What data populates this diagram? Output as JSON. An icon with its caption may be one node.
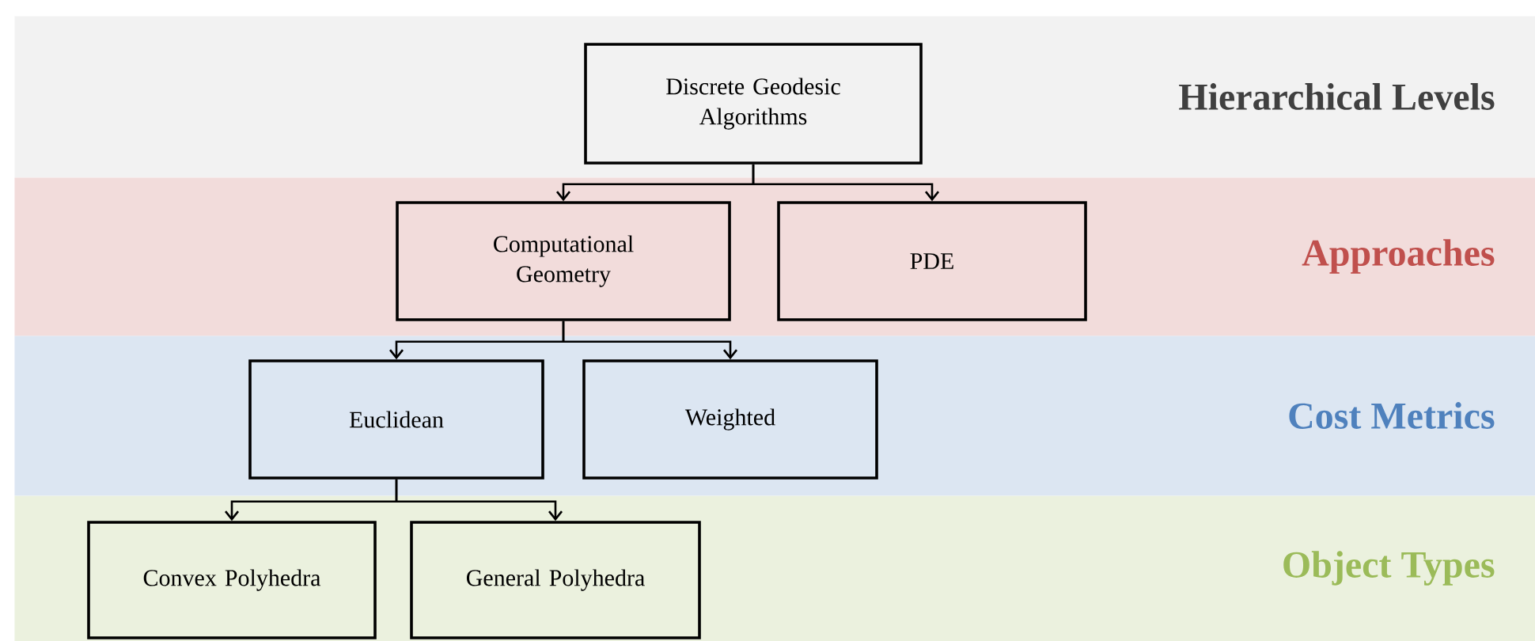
{
  "diagram": {
    "nodes": [
      {
        "text": [
          "Hierarchical Levels"
        ]
      },
      {
        "text": [
          "Discrete Geodesic Algorithms"
        ],
        "in": 0
      },
      {
        "text": [
          "Approaches"
        ]
      },
      {
        "text": [
          "Computational Geometry"
        ],
        "in": 2
      },
      {
        "text": [
          "PDE"
        ],
        "in": 2
      },
      {
        "text": [
          "Cost Metrics"
        ]
      },
      {
        "text": [
          "Euclidean"
        ],
        "in": 5
      },
      {
        "text": [
          "Weighted"
        ],
        "in": 5
      },
      {
        "text": [
          "Object Types"
        ]
      },
      {
        "text": [
          "Convex Polyhedra"
        ],
        "in": 8
      },
      {
        "text": [
          "General Polyhedra"
        ],
        "in": 8
      }
    ],
    "edges": [
      {
        "from": 1,
        "to": 3,
        "arrow": "to"
      },
      {
        "from": 1,
        "to": 4,
        "arrow": "to"
      },
      {
        "from": 3,
        "to": 6,
        "arrow": "to"
      },
      {
        "from": 3,
        "to": 7,
        "arrow": "to"
      },
      {
        "from": 6,
        "to": 9,
        "arrow": "to"
      },
      {
        "from": 6,
        "to": 10,
        "arrow": "to"
      }
    ]
  }
}
